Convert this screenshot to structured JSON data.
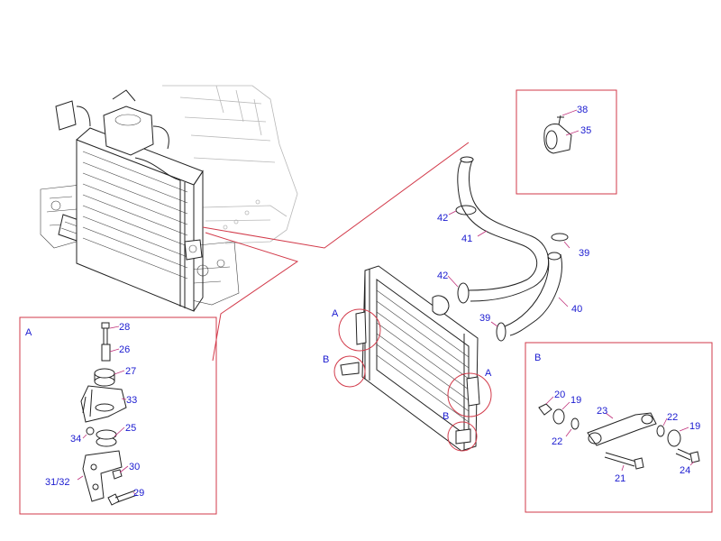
{
  "colors": {
    "label": "#1a1ad0",
    "frame": "#d23a4a",
    "leader": "#c0307a",
    "ink": "#222222"
  },
  "sections": {
    "a_panel": "A",
    "b_panel": "B",
    "a_upper": "A",
    "b_upper": "B",
    "a_lower": "A",
    "b_lower": "B"
  },
  "callouts": {
    "p38": "38",
    "p35": "35",
    "p42a": "42",
    "p41": "41",
    "p39a": "39",
    "p42b": "42",
    "p40": "40",
    "p39b": "39",
    "p28": "28",
    "p26": "26",
    "p27": "27",
    "p33": "33",
    "p25": "25",
    "p34": "34",
    "p30": "30",
    "p3132": "31/32",
    "p29": "29",
    "p20": "20",
    "p19a": "19",
    "p23": "23",
    "p22a": "22",
    "p19b": "19",
    "p22b": "22",
    "p21": "21",
    "p24": "24"
  }
}
